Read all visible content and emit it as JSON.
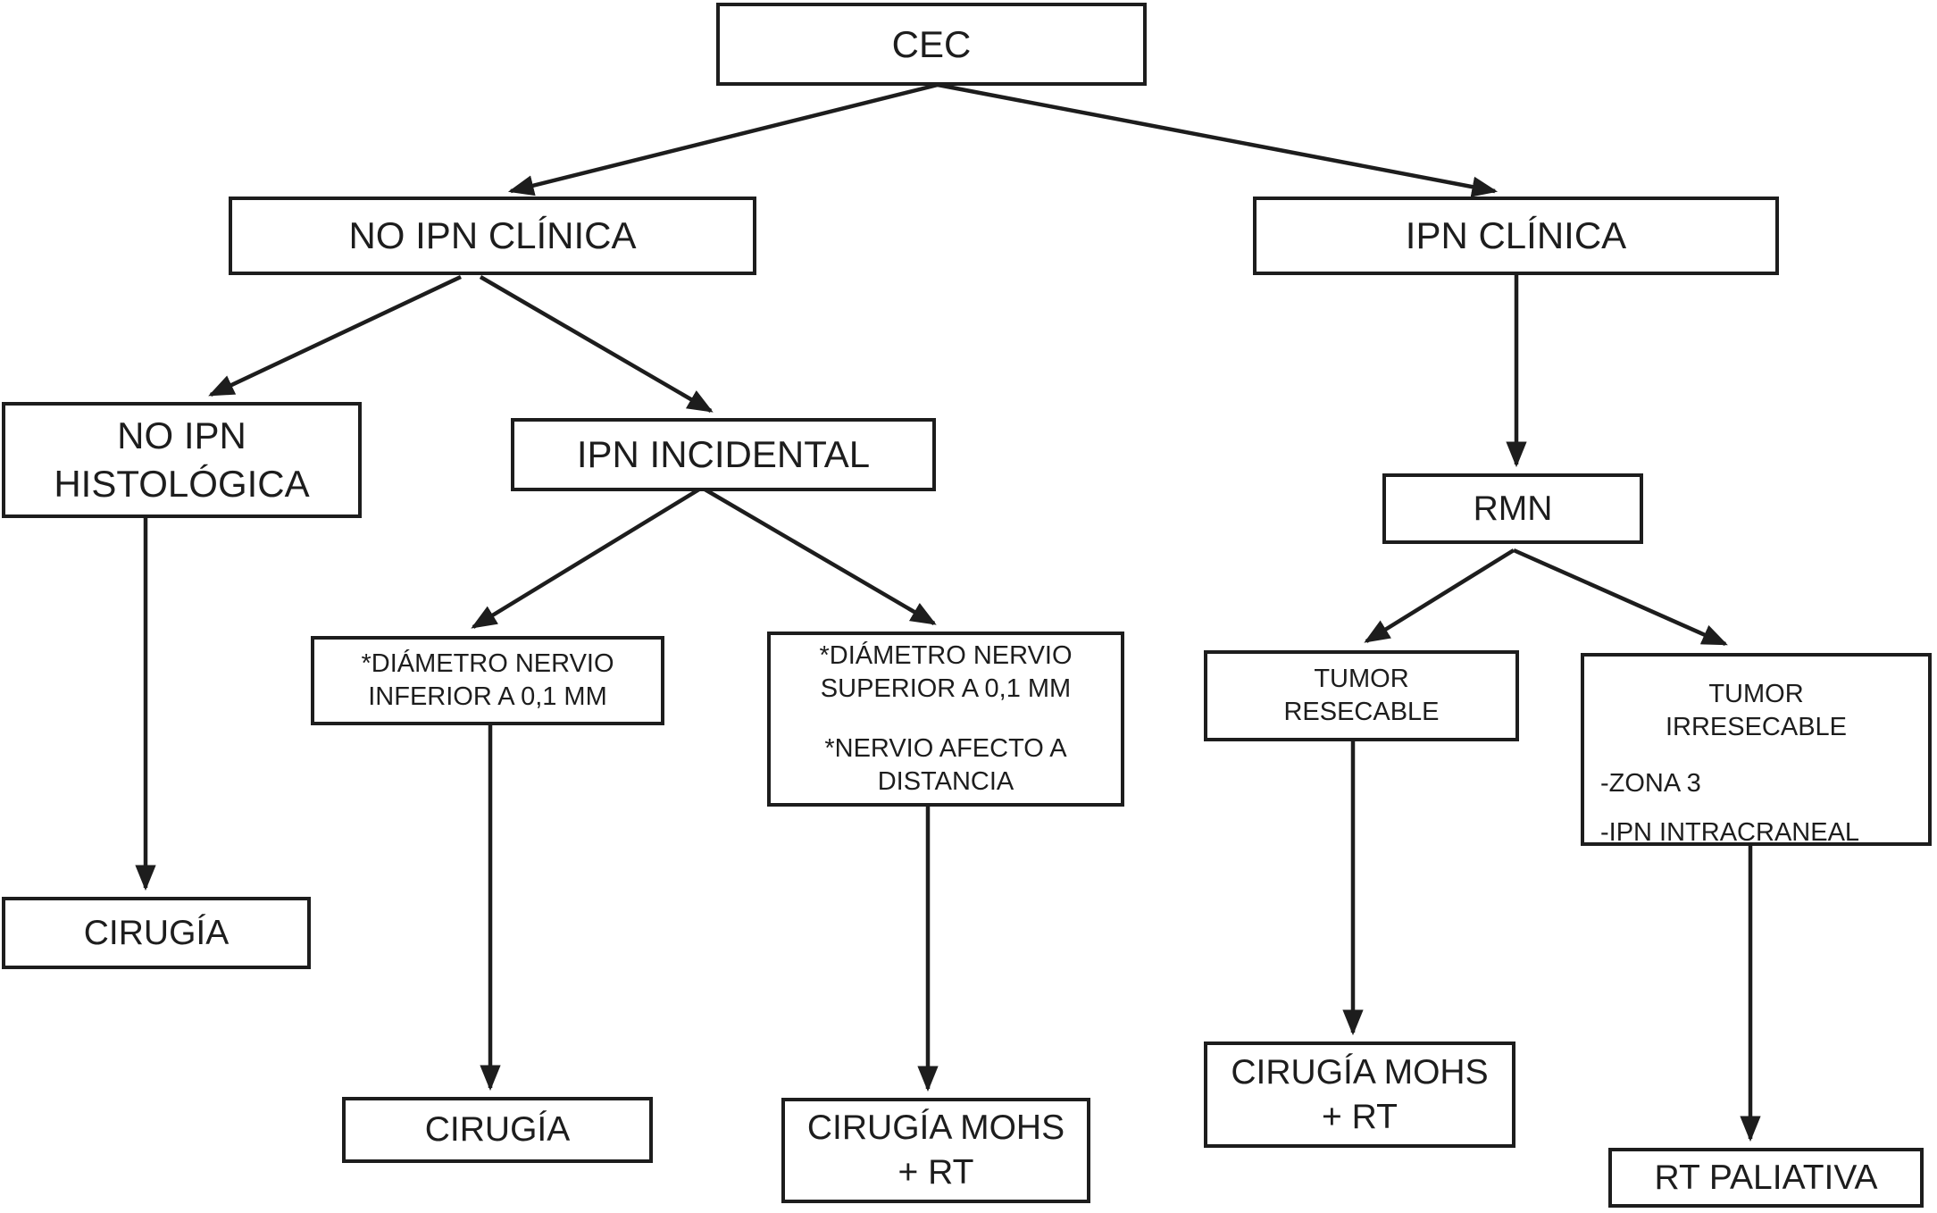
{
  "colors": {
    "stroke": "#1d1d1d",
    "box_bg": "#ffffff",
    "text": "#1d1d1d",
    "page_bg": "#ffffff"
  },
  "nodes": {
    "cec": {
      "lines": [
        "CEC"
      ]
    },
    "no_ipn_clinica": {
      "lines": [
        "NO IPN CLÍNICA"
      ]
    },
    "ipn_clinica": {
      "lines": [
        "IPN CLÍNICA"
      ]
    },
    "no_ipn_histologica": {
      "lines": [
        "NO IPN",
        "HISTOLÓGICA"
      ]
    },
    "ipn_incidental": {
      "lines": [
        "IPN INCIDENTAL"
      ]
    },
    "diametro_inferior": {
      "lines": [
        "*DIÁMETRO NERVIO",
        "INFERIOR A 0,1 MM"
      ]
    },
    "diametro_superior": {
      "para1": [
        "*DIÁMETRO NERVIO",
        "SUPERIOR A 0,1 MM"
      ],
      "para2": [
        "*NERVIO AFECTO A",
        "DISTANCIA"
      ]
    },
    "rmn": {
      "lines": [
        "RMN"
      ]
    },
    "tumor_resecable": {
      "lines": [
        "TUMOR",
        "RESECABLE"
      ]
    },
    "tumor_irresecable": {
      "lines": [
        "TUMOR",
        "IRRESECABLE"
      ],
      "bullets": [
        "-ZONA 3",
        "-IPN INTRACRANEAL"
      ]
    },
    "cirugia_histologica": {
      "lines": [
        "CIRUGÍA"
      ]
    },
    "cirugia_inferior": {
      "lines": [
        "CIRUGÍA"
      ]
    },
    "cirugia_mohs_incidental": {
      "lines": [
        "CIRUGÍA MOHS",
        "+ RT"
      ]
    },
    "cirugia_mohs_resecable": {
      "lines": [
        "CIRUGÍA MOHS",
        "+ RT"
      ]
    },
    "rt_paliativa": {
      "lines": [
        "RT PALIATIVA"
      ]
    }
  }
}
